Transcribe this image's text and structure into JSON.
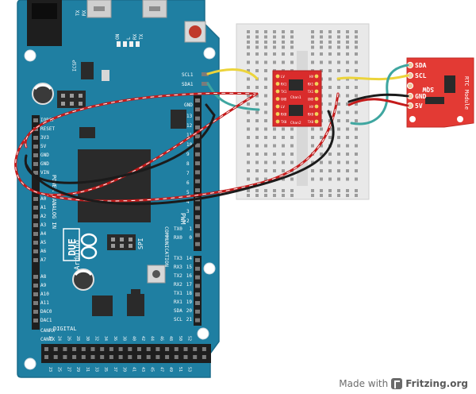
{
  "board": {
    "model": "DUE",
    "brand": "Arduino",
    "top_labels": [
      "TX",
      "RX",
      "L",
      "ON",
      "RX",
      "TX"
    ],
    "left_header": [
      "IOREF",
      "RESET",
      "3V3",
      "5V",
      "GND",
      "GND",
      "VIN"
    ],
    "power_label": "POWER",
    "analog_label": "ANALOG IN",
    "analog_pins": [
      "A0",
      "A1",
      "A2",
      "A3",
      "A4",
      "A5",
      "A6",
      "A7",
      "A8",
      "A9",
      "A10",
      "A11",
      "DAC0",
      "DAC1",
      "CANRX",
      "CANTX"
    ],
    "digital_label": "DIGITAL",
    "pwm_label": "PWM",
    "communication_label": "COMMUNICATION",
    "comm_pins": [
      "TX0",
      "RX0",
      "TX3",
      "RX3",
      "TX2",
      "RX2",
      "TX1",
      "RX1",
      "SDA",
      "SCL"
    ],
    "comm_numbers": [
      "1",
      "0",
      "14",
      "15",
      "16",
      "17",
      "18",
      "19",
      "20",
      "21"
    ],
    "pwm_pins": [
      "13",
      "12",
      "11",
      "10",
      "9",
      "8",
      "7",
      "6",
      "5",
      "4",
      "3",
      "2"
    ],
    "top_pins": [
      "SCL1",
      "SDA1",
      "GND"
    ],
    "spi_label": "SPI",
    "icsp_label": "ICSP",
    "bottom_numbers": [
      "23",
      "25",
      "27",
      "29",
      "31",
      "33",
      "35",
      "37",
      "39",
      "41",
      "43",
      "45",
      "47",
      "49",
      "51",
      "53"
    ],
    "bottom_numbers_top": [
      "22",
      "24",
      "26",
      "28",
      "30",
      "32",
      "34",
      "36",
      "38",
      "40",
      "42",
      "44",
      "46",
      "48",
      "50",
      "52"
    ]
  },
  "level_shifter": {
    "left_pins": [
      "LV",
      "RX1",
      "TX1",
      "GND",
      "LV",
      "RX0",
      "TX0"
    ],
    "right_pins": [
      "HV",
      "RX1",
      "TX1",
      "GND",
      "HV",
      "RX0",
      "TX0"
    ],
    "chan_labels": [
      "Chan1",
      "Chan2"
    ]
  },
  "rtc": {
    "title": "RTC Module",
    "pins": [
      "SDA",
      "SCL",
      "SQW",
      "GND",
      "5V"
    ]
  },
  "watermark": {
    "made_with": "Made with",
    "brand": "Fritzing.org"
  },
  "colors": {
    "board": "#1f7fa2",
    "board_edge": "#1a6c8a",
    "breadboard": "#e8e8e8",
    "module_red": "#d92c2c",
    "wire_red": "#c41b1b",
    "wire_black": "#1b1b1b",
    "wire_yellow": "#ecd43b",
    "wire_teal": "#3fa6a0"
  }
}
